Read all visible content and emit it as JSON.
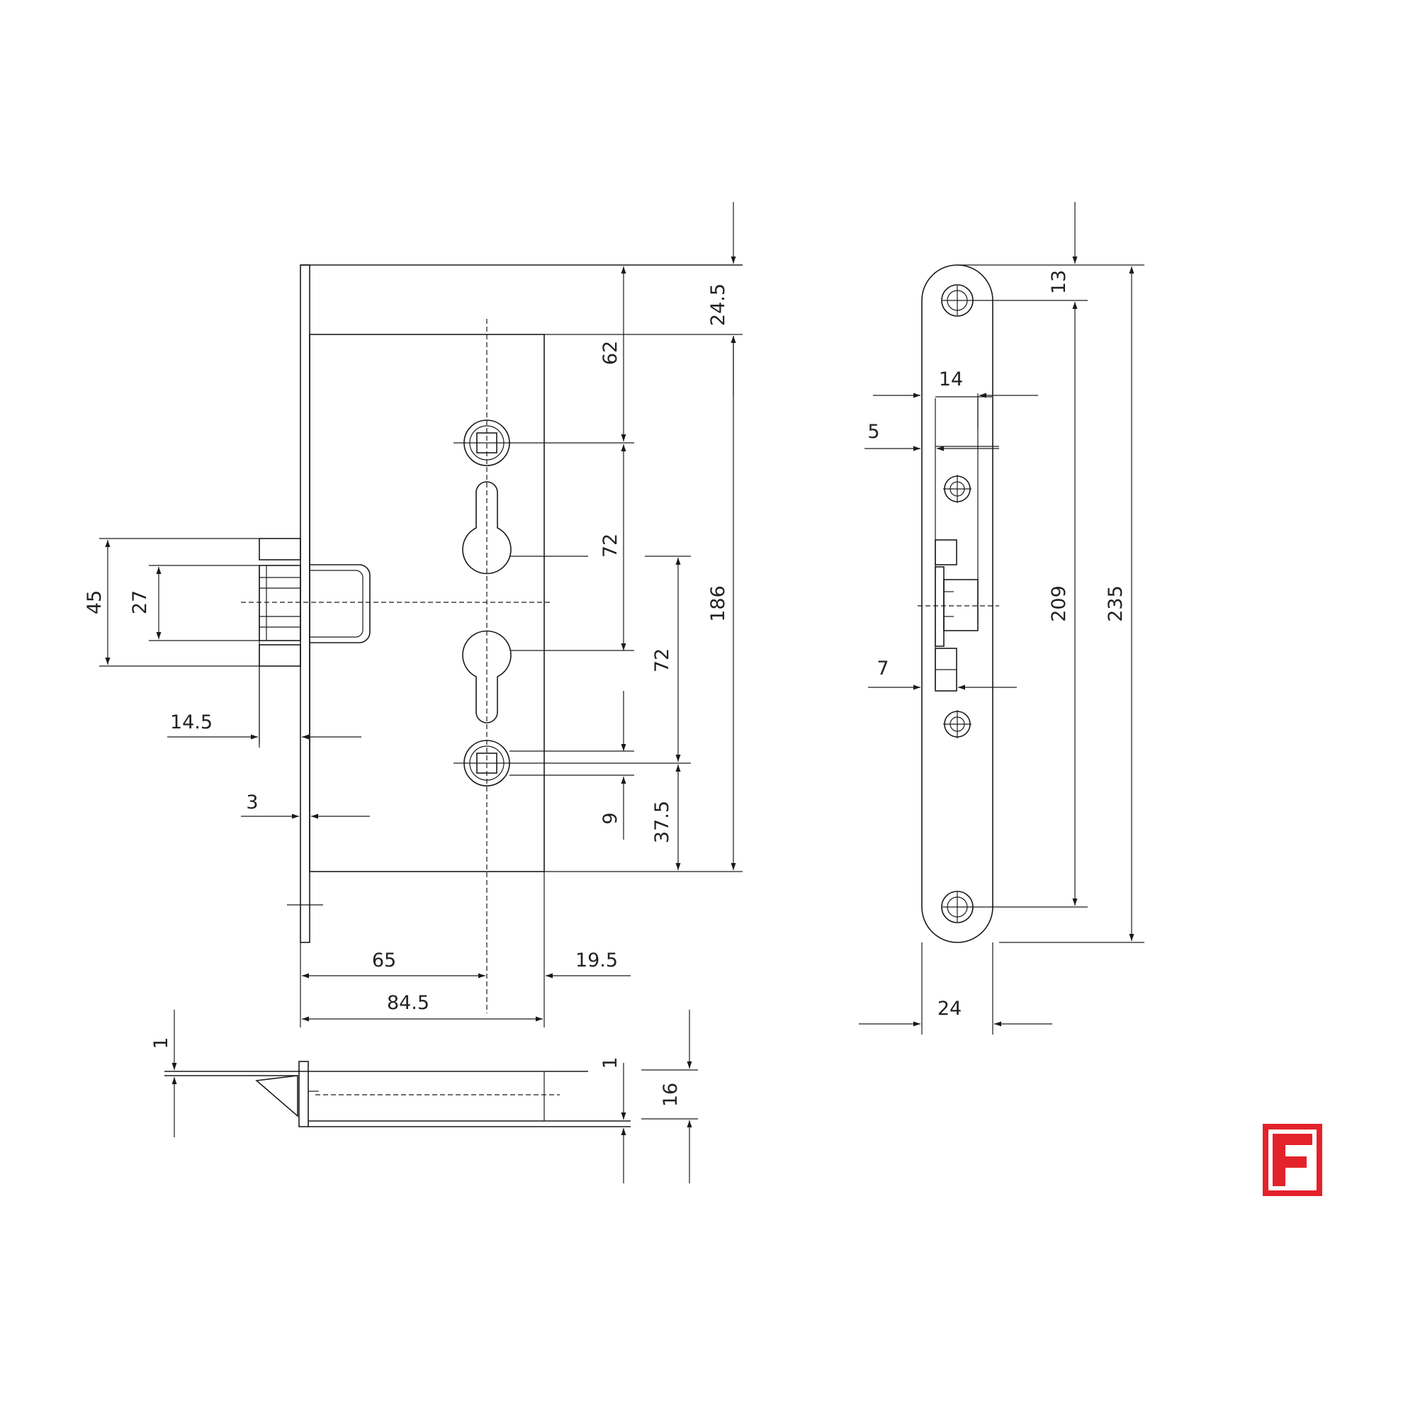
{
  "dimensions": {
    "top_offset": "24.5",
    "upper_spacing": "62",
    "handle_to_cylinder": "72",
    "height_total": "186",
    "cylinder_to_handle_lower": "72",
    "lower_offset": "9",
    "bottom_offset": "37.5",
    "latch_outer": "45",
    "latch_inner": "27",
    "latch_projection": "14.5",
    "faceplate_thickness": "3",
    "backset": "65",
    "case_depth": "84.5",
    "back_margin": "19.5",
    "faceplate_top_offset": "13",
    "faceplate_hole_spacing": "209",
    "faceplate_length": "235",
    "faceplate_latch_offset": "14",
    "faceplate_edge": "5",
    "faceplate_bolt_offset": "7",
    "faceplate_width": "24",
    "section_top": "1",
    "section_gap": "1",
    "section_height": "16"
  },
  "logo": {
    "letter": "F",
    "color": "#e3222b"
  }
}
